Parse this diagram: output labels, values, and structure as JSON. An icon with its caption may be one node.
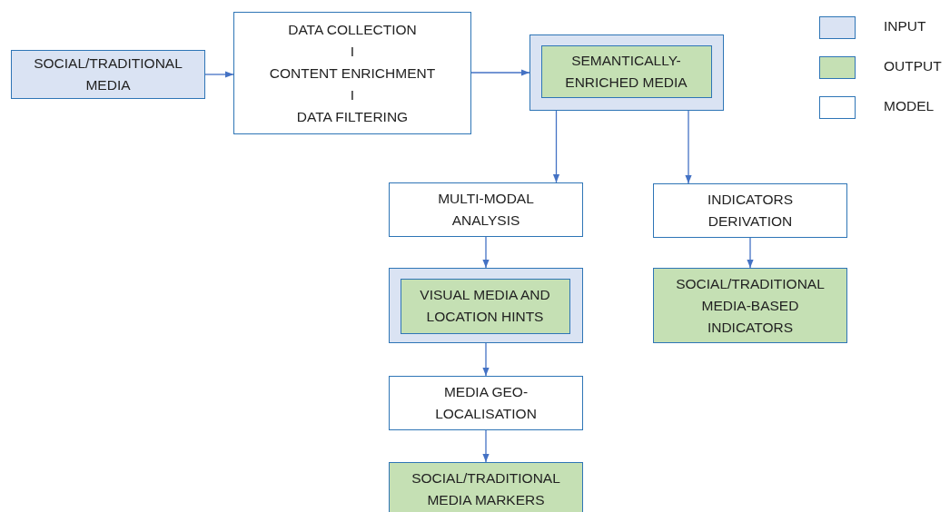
{
  "diagram": {
    "nodes": [
      {
        "text": [
          "SOCIAL/TRADITIONAL MEDIA"
        ]
      },
      {
        "text": [
          "DATA COLLECTION",
          "I",
          "CONTENT ENRICHMENT",
          "I",
          "DATA FILTERING"
        ]
      },
      {
        "text": [],
        "shape": "box"
      },
      {
        "text": [
          "SEMANTICALLY-ENRICHED MEDIA"
        ],
        "in": 2
      },
      {
        "text": [
          "MULTI-MODAL ANALYSIS"
        ]
      },
      {
        "text": [
          "INDICATORS DERIVATION"
        ]
      },
      {
        "text": [],
        "shape": "box"
      },
      {
        "text": [
          "VISUAL MEDIA AND LOCATION HINTS"
        ],
        "in": 6
      },
      {
        "text": [
          "SOCIAL/TRADITIONAL MEDIA-BASED INDICATORS"
        ]
      },
      {
        "text": [
          "MEDIA GEO-LOCALISATION"
        ]
      },
      {
        "text": [
          "SOCIAL/TRADITIONAL MEDIA MARKERS"
        ]
      }
    ],
    "edges": [
      {
        "from": 0,
        "to": 1,
        "arrow": "to"
      },
      {
        "from": 1,
        "to": 2,
        "arrow": "to"
      },
      {
        "from": 2,
        "to": 4,
        "arrow": "to"
      },
      {
        "from": 2,
        "to": 5,
        "arrow": "to"
      },
      {
        "from": 4,
        "to": 6,
        "arrow": "to"
      },
      {
        "from": 5,
        "to": 8,
        "arrow": "to"
      },
      {
        "from": 6,
        "to": 9,
        "arrow": "to"
      },
      {
        "from": 9,
        "to": 10,
        "arrow": "to"
      }
    ],
    "legend": [
      {
        "text": "INPUT",
        "color": "#dae3f3"
      },
      {
        "text": "OUTPUT",
        "color": "#c5e0b4"
      },
      {
        "text": "MODEL",
        "color": "#ffffff"
      }
    ]
  }
}
